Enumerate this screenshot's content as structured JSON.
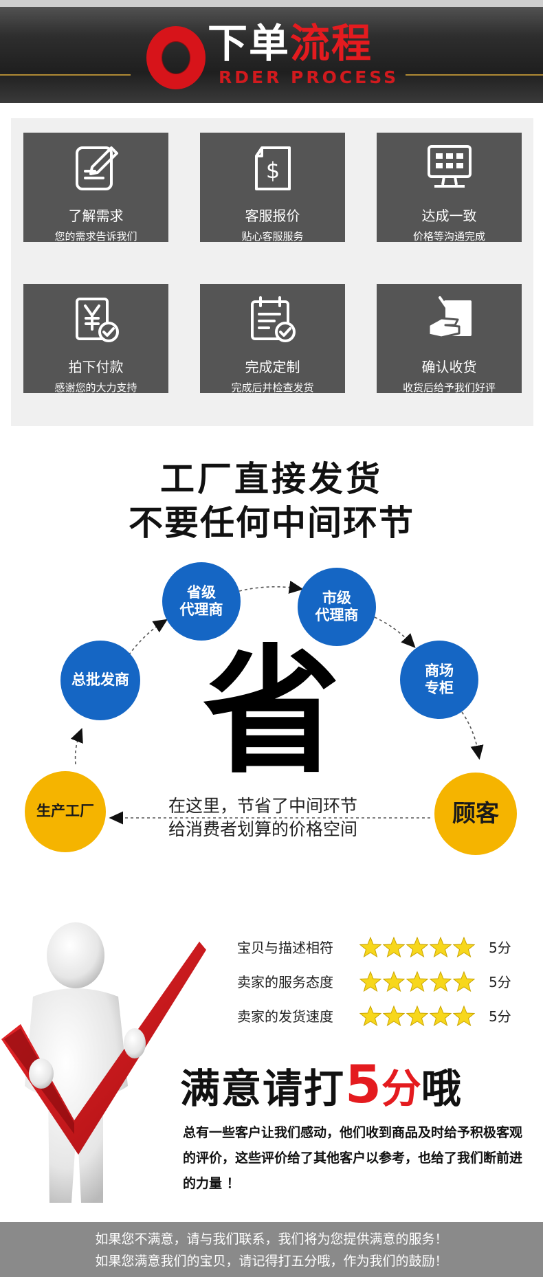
{
  "banner": {
    "title_white": "下单",
    "title_red": "流程",
    "subtitle": "RDER PROCESS"
  },
  "steps": [
    {
      "title": "了解需求",
      "desc": "您的需求告诉我们",
      "icon": "edit-note-icon"
    },
    {
      "title": "客服报价",
      "desc": "贴心客服服务",
      "icon": "dollar-document-icon"
    },
    {
      "title": "达成一致",
      "desc": "价格等沟通完成",
      "icon": "cash-register-icon"
    },
    {
      "title": "拍下付款",
      "desc": "感谢您的大力支持",
      "icon": "yuan-check-icon"
    },
    {
      "title": "完成定制",
      "desc": "完成后并检查发货",
      "icon": "calendar-check-icon"
    },
    {
      "title": "确认收货",
      "desc": "收货后给予我们好评",
      "icon": "hand-box-icon"
    }
  ],
  "factory": {
    "heading1": "工厂直接发货",
    "heading2": "不要任何中间环节",
    "center_char": "省",
    "nodes": {
      "provincial": [
        "省级",
        "代理商"
      ],
      "city": [
        "市级",
        "代理商"
      ],
      "wholesale": "总批发商",
      "mall": [
        "商场",
        "专柜"
      ],
      "factory": "生产工厂",
      "customer": "顾客"
    },
    "note_line1": "在这里，节省了中间环节",
    "note_line2": "给消费者划算的价格空间"
  },
  "ratings": {
    "rows": [
      {
        "label": "宝贝与描述相符",
        "stars": 5,
        "score": "5分"
      },
      {
        "label": "卖家的服务态度",
        "stars": 5,
        "score": "5分"
      },
      {
        "label": "卖家的发货速度",
        "stars": 5,
        "score": "5分"
      }
    ],
    "star_color": "#f7d71c",
    "slogan_a": "满意请打",
    "slogan_b": "5",
    "slogan_c": "分",
    "slogan_d": "哦",
    "paragraph": "总有一些客户让我们感动，他们收到商品及时给予积极客观的评价，这些评价给了其他客户以参考，也给了我们断前进的力量 ！"
  },
  "footer": {
    "line1": "如果您不满意，请与我们联系，我们将为您提供满意的服务！",
    "line2": "如果您满意我们的宝贝，请记得打五分哦，作为我们的鼓励！"
  },
  "colors": {
    "brand_red": "#e41b1f",
    "node_blue": "#1566c4",
    "node_yellow": "#f5b400",
    "tile_gray": "#555555"
  }
}
